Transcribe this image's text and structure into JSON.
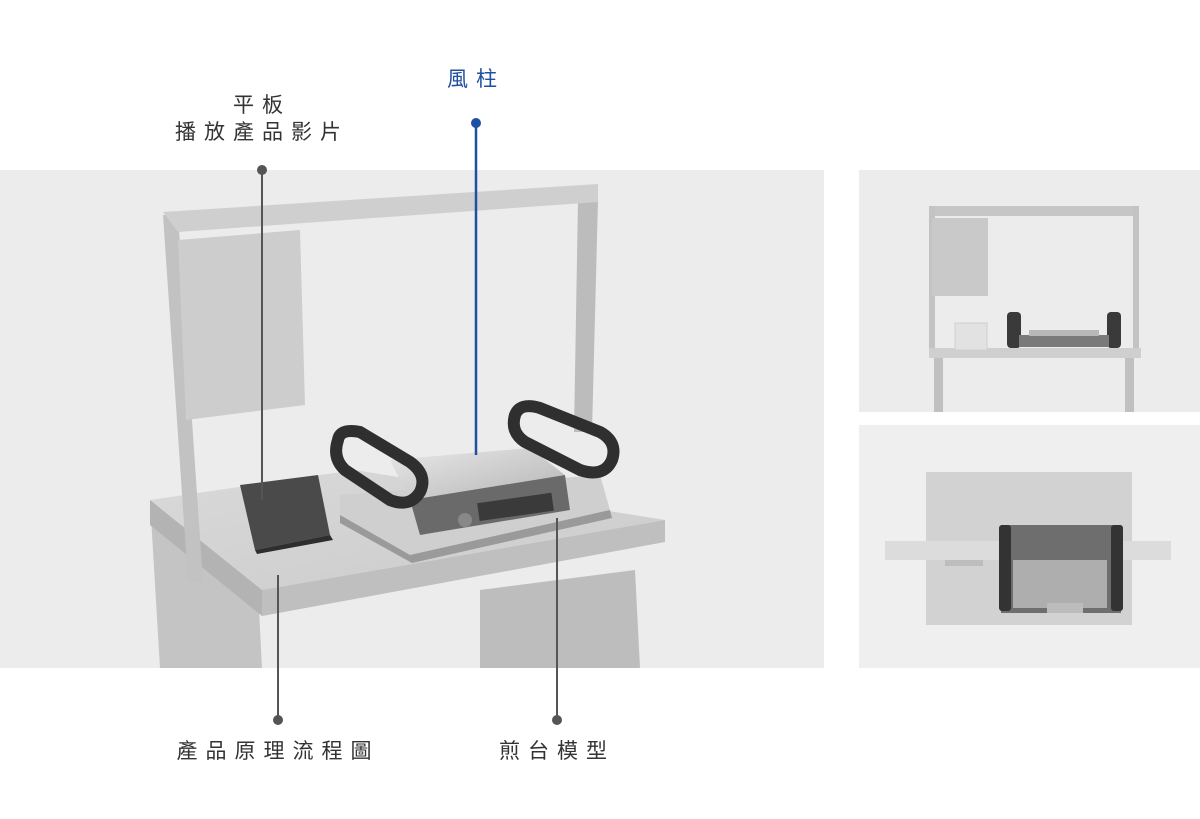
{
  "callouts": {
    "tablet": {
      "line1": "平板",
      "line2": "播放產品影片"
    },
    "fan": {
      "text": "風柱",
      "color": "#1f4fa0"
    },
    "flow": {
      "text": "產品原理流程圖"
    },
    "grill": {
      "text": "煎台模型"
    }
  },
  "colors": {
    "panel_bg": "#ececec",
    "label_text": "#333333",
    "accent_blue": "#1f4fa0",
    "callout_gray": "#555555"
  }
}
